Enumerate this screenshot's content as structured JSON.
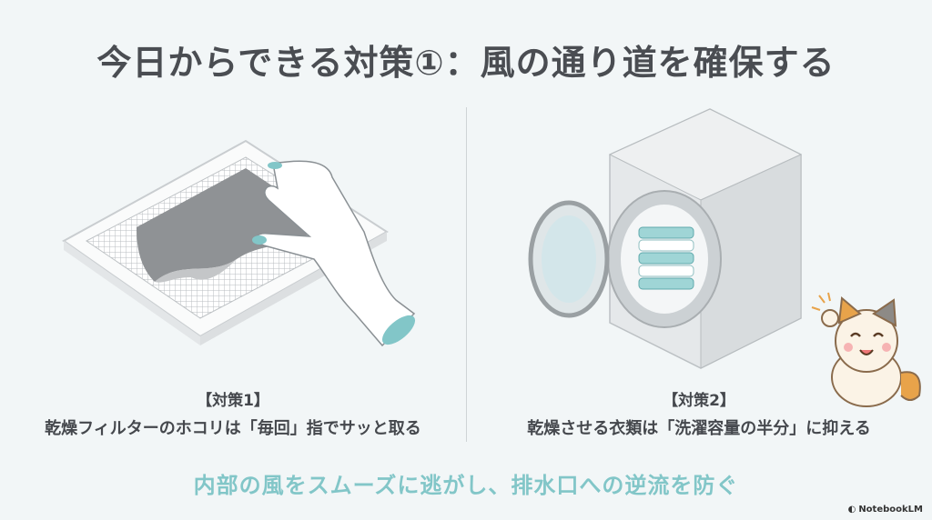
{
  "title": "今日からできる対策①：風の通り道を確保する",
  "measures": [
    {
      "label": "【対策1】",
      "text": "乾燥フィルターのホコリは「毎回」指でサッと取る"
    },
    {
      "label": "【対策2】",
      "text": "乾燥させる衣類は「洗濯容量の半分」に抑える"
    }
  ],
  "summary": "内部の風をスムーズに逃がし、排水口への逆流を防ぐ",
  "brand": "NotebookLM",
  "colors": {
    "accent": "#82c6c8",
    "title": "#4a4d52",
    "background": "#f2f6f7"
  }
}
